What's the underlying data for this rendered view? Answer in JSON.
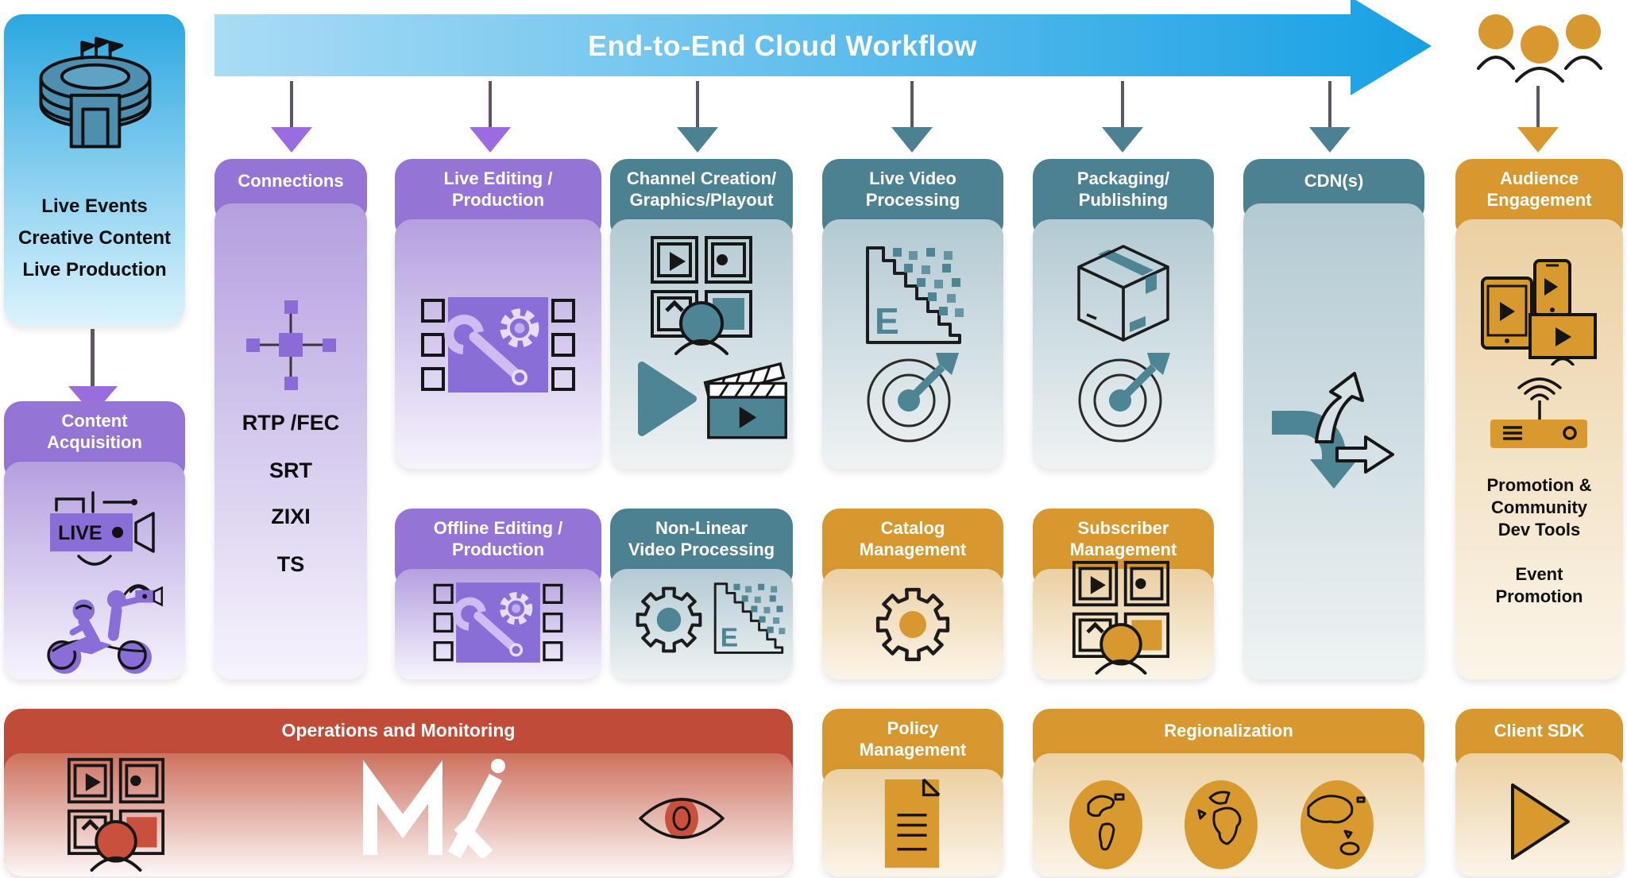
{
  "colors": {
    "banner_blue": "#17a0e4",
    "purple": "#9474d4",
    "teal": "#4c8191",
    "gold": "#d6982f",
    "red": "#c04b38"
  },
  "banner": {
    "title": "End-to-End Cloud Workflow"
  },
  "source": {
    "lines": [
      "Live Events",
      "Creative Content",
      "Live Production"
    ]
  },
  "cards": {
    "content_acquisition": {
      "title_lines": [
        "Content",
        "Acquisition"
      ],
      "live_label": "LIVE"
    },
    "connections": {
      "title": "Connections",
      "protocols": [
        "RTP /FEC",
        "SRT",
        "ZIXI",
        "TS"
      ]
    },
    "live_editing": {
      "title_lines": [
        "Live Editing /",
        "Production"
      ]
    },
    "offline_editing": {
      "title_lines": [
        "Offline Editing /",
        "Production"
      ]
    },
    "channel_creation": {
      "title_lines": [
        "Channel Creation/",
        "Graphics/Playout"
      ]
    },
    "non_linear": {
      "title_lines": [
        "Non-Linear",
        "Video Processing"
      ],
      "encode_letter": "E"
    },
    "live_video": {
      "title_lines": [
        "Live Video",
        "Processing"
      ],
      "encode_letter": "E"
    },
    "catalog": {
      "title_lines": [
        "Catalog",
        "Management"
      ]
    },
    "packaging": {
      "title_lines": [
        "Packaging/",
        "Publishing"
      ]
    },
    "subscriber": {
      "title_lines": [
        "Subscriber",
        "Management"
      ]
    },
    "cdn": {
      "title": "CDN(s)"
    },
    "audience": {
      "title_lines": [
        "Audience",
        "Engagement"
      ],
      "promo_lines": [
        "Promotion &",
        "Community",
        "Dev Tools"
      ],
      "event_lines": [
        "Event",
        "Promotion"
      ]
    },
    "operations": {
      "title": "Operations and Monitoring"
    },
    "policy": {
      "title_lines": [
        "Policy",
        "Management"
      ]
    },
    "regionalization": {
      "title": "Regionalization"
    },
    "client_sdk": {
      "title": "Client SDK"
    }
  }
}
